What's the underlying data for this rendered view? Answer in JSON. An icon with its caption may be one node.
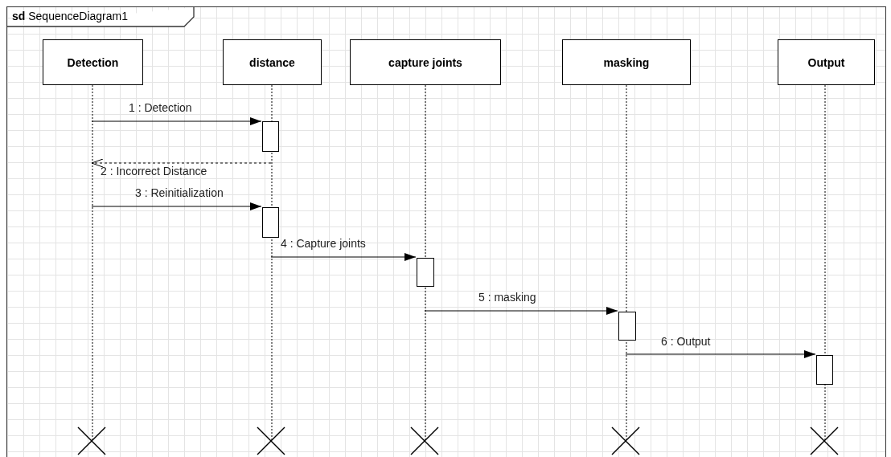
{
  "diagram": {
    "nodes": [
      {
        "text": [
          "**sd** SequenceDiagram1"
        ]
      },
      {
        "text": [
          "Detection"
        ],
        "in": 0
      },
      {
        "text": [
          "distance"
        ],
        "in": 0
      },
      {
        "text": [
          "capture joints"
        ],
        "in": 0
      },
      {
        "text": [
          "masking"
        ],
        "in": 0
      },
      {
        "text": [
          "Output"
        ],
        "in": 0
      },
      {
        "text": [],
        "shape": "line",
        "in": 0
      },
      {
        "text": [],
        "shape": "line",
        "in": 0
      },
      {
        "text": [],
        "shape": "line",
        "in": 0
      },
      {
        "text": [],
        "shape": "line",
        "in": 0
      },
      {
        "text": [],
        "shape": "line",
        "in": 0
      },
      {
        "text": [],
        "shape": "bar",
        "in": 0
      },
      {
        "text": [],
        "shape": "bar",
        "in": 0
      },
      {
        "text": [],
        "shape": "bar",
        "in": 0
      },
      {
        "text": [],
        "shape": "bar",
        "in": 0
      },
      {
        "text": [],
        "shape": "bar",
        "in": 0
      }
    ],
    "edges": [
      {
        "from": 6,
        "to": 11,
        "arrow": "to",
        "label": "1 : Detection"
      },
      {
        "from": 7,
        "to": 6,
        "arrow": "to",
        "label": "2 : Incorrect Distance",
        "style": "dashed"
      },
      {
        "from": 6,
        "to": 12,
        "arrow": "to",
        "label": "3 : Reinitialization"
      },
      {
        "from": 7,
        "to": 13,
        "arrow": "to",
        "label": "4 : Capture joints"
      },
      {
        "from": 8,
        "to": 14,
        "arrow": "to",
        "label": "5 : masking"
      },
      {
        "from": 9,
        "to": 15,
        "arrow": "to",
        "label": "6 : Output"
      }
    ]
  }
}
